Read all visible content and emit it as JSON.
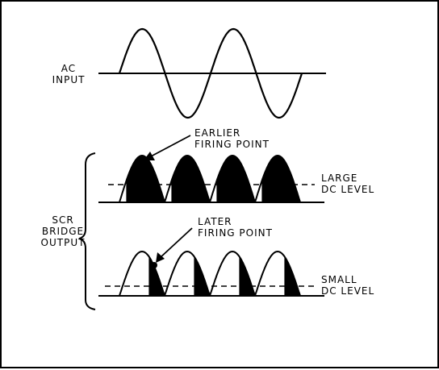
{
  "labels": {
    "ac_input": "AC\nINPUT",
    "scr_bridge_output": "SCR\nBRIDGE\nOUTPUT",
    "earlier_firing_point": "EARLIER\nFIRING POINT",
    "later_firing_point": "LATER\nFIRING POINT",
    "large_dc_level": "LARGE\nDC LEVEL",
    "small_dc_level": "SMALL\nDC LEVEL"
  },
  "diagram": {
    "ac_cycles": 2,
    "rectified_half_cycles": 4,
    "earlier_firing_fraction": 0.15,
    "later_firing_fraction": 0.65,
    "ink_color": "#000000",
    "background_color": "#ffffff"
  }
}
